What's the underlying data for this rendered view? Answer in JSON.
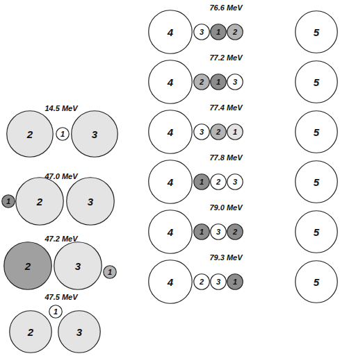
{
  "diagram": {
    "nodes": [
      {
        "text": [
          "2"
        ]
      },
      {
        "text": [
          "1"
        ]
      },
      {
        "text": [
          "3"
        ]
      },
      {
        "text": [
          "1"
        ]
      },
      {
        "text": [
          "2"
        ]
      },
      {
        "text": [
          "3"
        ]
      },
      {
        "text": [
          "2"
        ]
      },
      {
        "text": [
          "3"
        ]
      },
      {
        "text": [
          "1"
        ]
      },
      {
        "text": [
          "1"
        ]
      },
      {
        "text": [
          "2"
        ]
      },
      {
        "text": [
          "3"
        ]
      },
      {
        "text": [
          "4"
        ]
      },
      {
        "text": [
          "3"
        ]
      },
      {
        "text": [
          "1"
        ]
      },
      {
        "text": [
          "2"
        ]
      },
      {
        "text": [
          "5"
        ]
      },
      {
        "text": [
          "4"
        ]
      },
      {
        "text": [
          "2"
        ]
      },
      {
        "text": [
          "1"
        ]
      },
      {
        "text": [
          "3"
        ]
      },
      {
        "text": [
          "5"
        ]
      },
      {
        "text": [
          "4"
        ]
      },
      {
        "text": [
          "3"
        ]
      },
      {
        "text": [
          "2"
        ]
      },
      {
        "text": [
          "1"
        ]
      },
      {
        "text": [
          "5"
        ]
      },
      {
        "text": [
          "4"
        ]
      },
      {
        "text": [
          "1"
        ]
      },
      {
        "text": [
          "2"
        ]
      },
      {
        "text": [
          "3"
        ]
      },
      {
        "text": [
          "5"
        ]
      },
      {
        "text": [
          "4"
        ]
      },
      {
        "text": [
          "1"
        ]
      },
      {
        "text": [
          "3"
        ]
      },
      {
        "text": [
          "2"
        ]
      },
      {
        "text": [
          "5"
        ]
      },
      {
        "text": [
          "4"
        ]
      },
      {
        "text": [
          "2"
        ]
      },
      {
        "text": [
          "3"
        ]
      },
      {
        "text": [
          "1"
        ]
      },
      {
        "text": [
          "5"
        ]
      }
    ],
    "labels": [
      "14.5 MeV",
      "47.0 MeV",
      "47.2 MeV",
      "47.5 MeV",
      "76.6 MeV",
      "77.2 MeV",
      "77.4 MeV",
      "77.8 MeV",
      "79.0 MeV",
      "79.3 MeV"
    ]
  }
}
